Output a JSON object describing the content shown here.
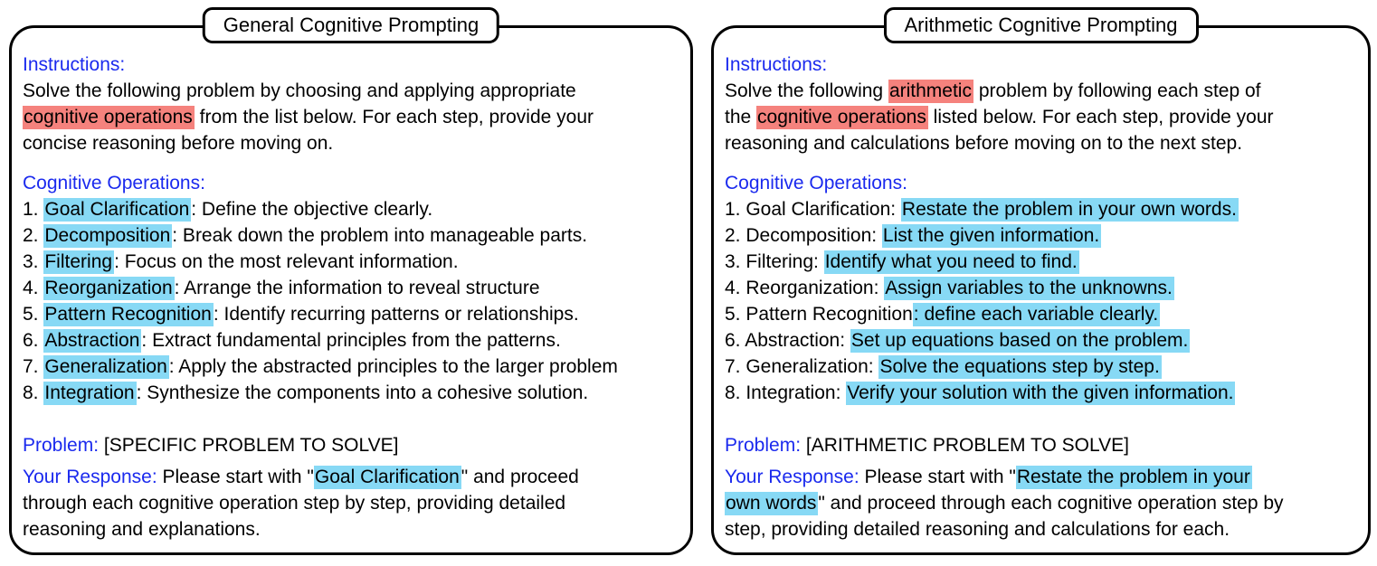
{
  "colors": {
    "label_blue": "#1b2aee",
    "highlight_red": "#f5827d",
    "highlight_blue": "#87d9f5",
    "border_black": "#000000"
  },
  "panels": [
    {
      "title": "General Cognitive Prompting",
      "instructions": {
        "label": "Instructions:",
        "lines": [
          [
            {
              "t": "Solve the following problem by choosing and applying appropriate",
              "s": "plain"
            }
          ],
          [
            {
              "t": "cognitive operations",
              "s": "hl-red"
            },
            {
              "t": " from the list below. For each step, provide your",
              "s": "plain"
            }
          ],
          [
            {
              "t": "concise reasoning before moving on.",
              "s": "plain"
            }
          ]
        ]
      },
      "operations": {
        "label": "Cognitive Operations:",
        "items": [
          [
            {
              "t": "1. ",
              "s": "plain"
            },
            {
              "t": "Goal Clarification",
              "s": "hl-blue"
            },
            {
              "t": ": Define the objective clearly.",
              "s": "plain"
            }
          ],
          [
            {
              "t": "2. ",
              "s": "plain"
            },
            {
              "t": "Decomposition",
              "s": "hl-blue"
            },
            {
              "t": ": Break down the problem into manageable parts.",
              "s": "plain"
            }
          ],
          [
            {
              "t": "3. ",
              "s": "plain"
            },
            {
              "t": "Filtering",
              "s": "hl-blue"
            },
            {
              "t": ": Focus on the most relevant information.",
              "s": "plain"
            }
          ],
          [
            {
              "t": "4. ",
              "s": "plain"
            },
            {
              "t": "Reorganization",
              "s": "hl-blue"
            },
            {
              "t": ": Arrange the information to reveal structure",
              "s": "plain"
            }
          ],
          [
            {
              "t": "5. ",
              "s": "plain"
            },
            {
              "t": "Pattern Recognition",
              "s": "hl-blue"
            },
            {
              "t": ": Identify recurring patterns or relationships.",
              "s": "plain"
            }
          ],
          [
            {
              "t": "6. ",
              "s": "plain"
            },
            {
              "t": "Abstraction",
              "s": "hl-blue"
            },
            {
              "t": ": Extract fundamental principles from the patterns.",
              "s": "plain"
            }
          ],
          [
            {
              "t": "7. ",
              "s": "plain"
            },
            {
              "t": "Generalization",
              "s": "hl-blue"
            },
            {
              "t": ": Apply the abstracted principles to the larger problem",
              "s": "plain"
            }
          ],
          [
            {
              "t": "8. ",
              "s": "plain"
            },
            {
              "t": "Integration",
              "s": "hl-blue"
            },
            {
              "t": ": Synthesize the components into a cohesive solution.",
              "s": "plain"
            }
          ]
        ]
      },
      "problem": [
        {
          "t": "Problem:",
          "s": "label"
        },
        {
          "t": " [SPECIFIC PROBLEM TO SOLVE]",
          "s": "plain"
        }
      ],
      "response": {
        "lines": [
          [
            {
              "t": "Your Response:",
              "s": "label"
            },
            {
              "t": " Please start with \"",
              "s": "plain"
            },
            {
              "t": "Goal Clarification",
              "s": "hl-blue"
            },
            {
              "t": "\" and proceed",
              "s": "plain"
            }
          ],
          [
            {
              "t": "through each cognitive operation step by step, providing detailed",
              "s": "plain"
            }
          ],
          [
            {
              "t": "reasoning and explanations.",
              "s": "plain"
            }
          ]
        ]
      }
    },
    {
      "title": "Arithmetic Cognitive Prompting",
      "instructions": {
        "label": "Instructions:",
        "lines": [
          [
            {
              "t": "Solve the following ",
              "s": "plain"
            },
            {
              "t": "arithmetic",
              "s": "hl-red"
            },
            {
              "t": " problem by following each step of",
              "s": "plain"
            }
          ],
          [
            {
              "t": "the ",
              "s": "plain"
            },
            {
              "t": "cognitive operations",
              "s": "hl-red"
            },
            {
              "t": " listed below. For each step, provide your",
              "s": "plain"
            }
          ],
          [
            {
              "t": "reasoning and calculations before moving on to the next step.",
              "s": "plain"
            }
          ]
        ]
      },
      "operations": {
        "label": "Cognitive Operations:",
        "items": [
          [
            {
              "t": "1. Goal Clarification: ",
              "s": "plain"
            },
            {
              "t": "Restate the problem in your own words.",
              "s": "hl-blue"
            }
          ],
          [
            {
              "t": "2. Decomposition: ",
              "s": "plain"
            },
            {
              "t": "List the given information.",
              "s": "hl-blue"
            }
          ],
          [
            {
              "t": "3. Filtering: ",
              "s": "plain"
            },
            {
              "t": "Identify what you need to find.",
              "s": "hl-blue"
            }
          ],
          [
            {
              "t": "4. Reorganization: ",
              "s": "plain"
            },
            {
              "t": "Assign variables to the unknowns.",
              "s": "hl-blue"
            }
          ],
          [
            {
              "t": "5. Pattern Recognition",
              "s": "plain"
            },
            {
              "t": ": define each variable clearly.",
              "s": "hl-blue"
            }
          ],
          [
            {
              "t": "6. Abstraction: ",
              "s": "plain"
            },
            {
              "t": "Set up equations based on the problem.",
              "s": "hl-blue"
            }
          ],
          [
            {
              "t": "7. Generalization: ",
              "s": "plain"
            },
            {
              "t": "Solve the equations step by step.",
              "s": "hl-blue"
            }
          ],
          [
            {
              "t": "8. Integration: ",
              "s": "plain"
            },
            {
              "t": "Verify your solution with the given information.",
              "s": "hl-blue"
            }
          ]
        ]
      },
      "problem": [
        {
          "t": "Problem:",
          "s": "label"
        },
        {
          "t": " [ARITHMETIC PROBLEM TO SOLVE]",
          "s": "plain"
        }
      ],
      "response": {
        "lines": [
          [
            {
              "t": "Your Response:",
              "s": "label"
            },
            {
              "t": " Please start with \"",
              "s": "plain"
            },
            {
              "t": "Restate the problem in your",
              "s": "hl-blue"
            }
          ],
          [
            {
              "t": "own words",
              "s": "hl-blue"
            },
            {
              "t": "\" and proceed through each cognitive operation step by",
              "s": "plain"
            }
          ],
          [
            {
              "t": "step, providing detailed reasoning and calculations for each.",
              "s": "plain"
            }
          ]
        ]
      }
    }
  ]
}
